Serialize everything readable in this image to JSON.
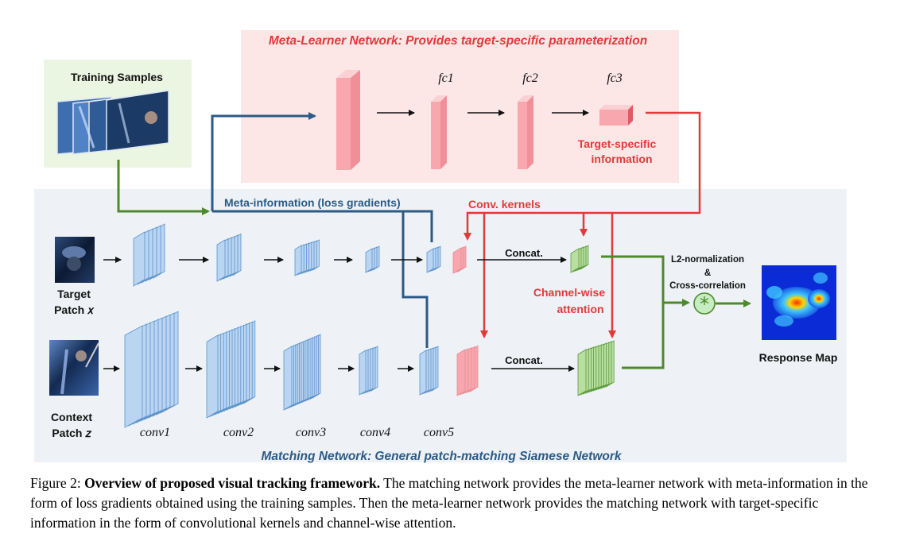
{
  "meta_learner": {
    "title": "Meta-Learner Network: Provides target-specific parameterization",
    "fc1": "fc1",
    "fc2": "fc2",
    "fc3": "fc3",
    "target_specific_line1": "Target-specific",
    "target_specific_line2": "information"
  },
  "training_samples": {
    "label": "Training Samples"
  },
  "matching": {
    "title": "Matching Network: General patch-matching Siamese Network",
    "meta_info": "Meta-information (loss gradients)",
    "conv_kernels": "Conv. kernels",
    "concat_top": "Concat.",
    "concat_bottom": "Concat.",
    "channel_wise_line1": "Channel-wise",
    "channel_wise_line2": "attention",
    "l2_line1": "L2-normalization",
    "l2_line2": "&",
    "l2_line3": "Cross-correlation",
    "response_map": "Response Map",
    "target_patch_line1": "Target",
    "target_patch_line2": "Patch 𝑥",
    "context_patch_line1": "Context",
    "context_patch_line2": "Patch 𝑧",
    "layers": [
      "conv1",
      "conv2",
      "conv3",
      "conv4",
      "conv5"
    ]
  },
  "caption": {
    "prefix": "Figure 2: ",
    "bold": "Overview of proposed visual tracking framework.",
    "text": " The matching network provides the meta-learner network with meta-information in the form of loss gradients obtained using the training samples. Then the meta-learner network provides the matching network with target-specific information in the form of convolutional kernels and channel-wise attention."
  },
  "colors": {
    "meta_bg": "#fde6e6",
    "match_bg": "#eef2f6",
    "train_bg": "#eaf5e2",
    "red": "#e03a3a",
    "blue_arrow": "#2b5a86",
    "green": "#4d8a2a",
    "pink_block": "#f7a7ad",
    "blue_block": "#b9d5f2"
  }
}
